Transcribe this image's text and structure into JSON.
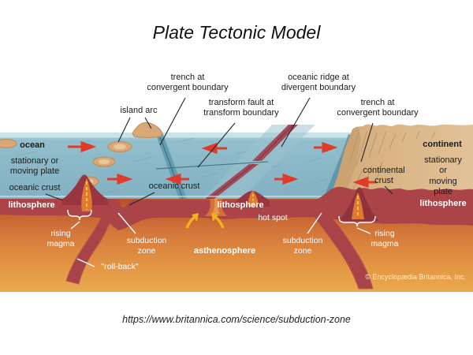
{
  "title": "Plate Tectonic Model",
  "source_url": "https://www.britannica.com/science/subduction-zone",
  "copyright": "© Encyclopædia Britannica, Inc.",
  "callouts": {
    "trench_left": "trench at\nconvergent boundary",
    "island_arc": "island arc",
    "transform_fault": "transform fault at\ntransform boundary",
    "oceanic_ridge": "oceanic ridge at\ndivergent boundary",
    "trench_right": "trench at\nconvergent boundary",
    "oceanic_crust_left": "oceanic crust",
    "oceanic_crust_mid": "oceanic crust",
    "continental_crust": "continental\ncrust"
  },
  "regions": {
    "ocean": "ocean",
    "plate_left": "stationary or\nmoving plate",
    "continent": "continent",
    "plate_right": "stationary or\nmoving plate",
    "lithosphere_left": "lithosphere",
    "lithosphere_mid": "lithosphere",
    "lithosphere_right": "lithosphere",
    "asthenosphere": "asthenosphere",
    "hot_spot": "hot spot",
    "rising_magma_left": "rising\nmagma",
    "rising_magma_right": "rising\nmagma",
    "subduction_left": "subduction\nzone",
    "subduction_right": "subduction\nzone",
    "roll_back": "\"roll-back\""
  },
  "colors": {
    "ocean": "#8cb9c8",
    "ocean_surface": "#c9e3e9",
    "lithosphere": "#ab4449",
    "ridge": "#a04b59",
    "asthenosphere_top": "#b5502a",
    "asthenosphere_bottom": "#eaaa50",
    "continent": "#dcb98c",
    "magma": "#e07a30",
    "magma_core": "#f6c14d",
    "arrow_red": "#e03a28",
    "arrow_yellow": "#f2b21f"
  }
}
